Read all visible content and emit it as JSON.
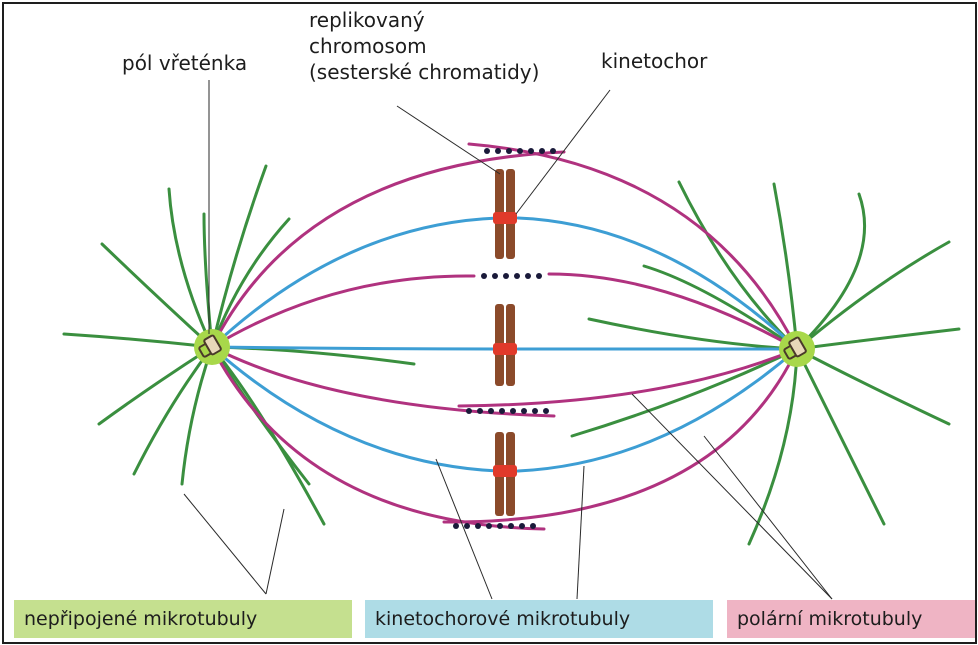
{
  "labels": {
    "pole": "pól vřeténka",
    "chromosome_line1": "replikovaný",
    "chromosome_line2": "chromosom",
    "chromosome_line3": "(sesterské chromatidy)",
    "kinetochore": "kinetochor"
  },
  "legend": [
    {
      "label": "nepřipojené mikrotubuly",
      "color": "#c5e08f"
    },
    {
      "label": "kinetochorové mikrotubuly",
      "color": "#aedce6"
    },
    {
      "label": "polární mikrotubuly",
      "color": "#efb4c4"
    }
  ],
  "colors": {
    "astral": "#3a8f3f",
    "kinetochore_mt": "#3d9ed4",
    "polar_mt": "#b0327f",
    "pole": "#a8d84a",
    "chromosome": "#8b4a2a",
    "kinetochore": "#e03a2a",
    "overlap_bead": "#1a1a3a"
  }
}
